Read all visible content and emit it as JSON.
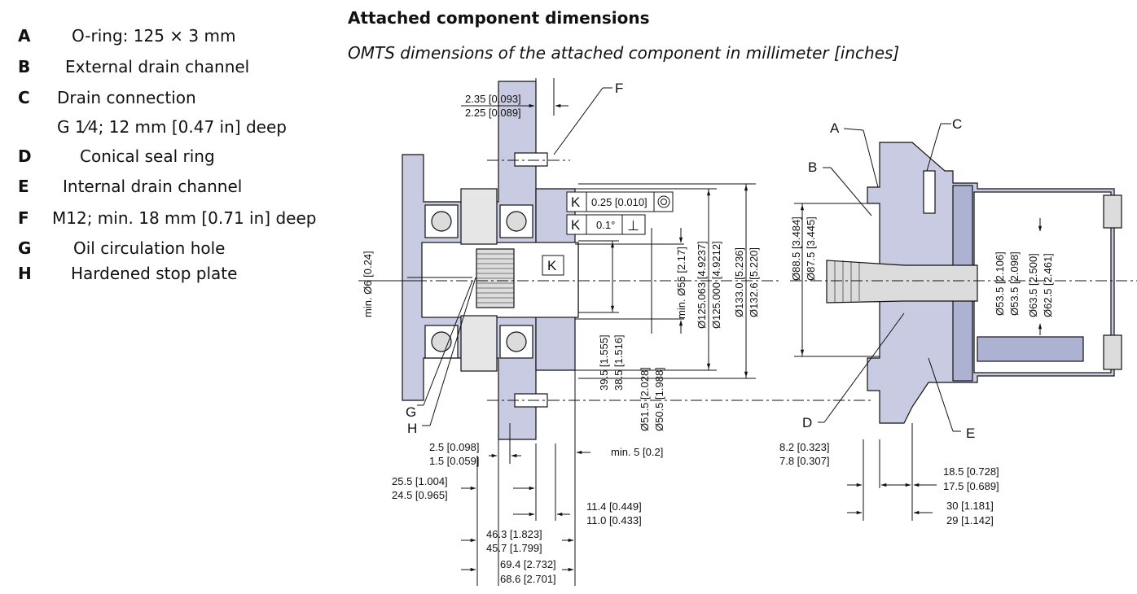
{
  "title": "Attached component dimensions",
  "subtitle": "OMTS dimensions of the attached component in millimeter [inches]",
  "legend": [
    {
      "letter": "A",
      "text": "O-ring: 125 × 3 mm"
    },
    {
      "letter": "B",
      "text": "External drain channel"
    },
    {
      "letter": "C",
      "text": "Drain connection"
    },
    {
      "letter": "",
      "text": "G 1⁄4; 12 mm [0.47 in] deep"
    },
    {
      "letter": "D",
      "text": "Conical seal ring"
    },
    {
      "letter": "E",
      "text": "Internal drain channel"
    },
    {
      "letter": "F",
      "text": "M12; min. 18 mm [0.71 in] deep"
    },
    {
      "letter": "G",
      "text": "Oil circulation hole"
    },
    {
      "letter": "H",
      "text": "Hardened stop plate"
    }
  ],
  "left_view": {
    "callouts": {
      "F": "F",
      "G": "G",
      "H": "H",
      "K_datum": "K"
    },
    "tolerances": {
      "concentricity_datum": "K",
      "concentricity_value": "0.25 [0.010]",
      "perpendicularity_datum": "K",
      "perpendicularity_value": "0.1°",
      "perpendicularity_symbol": "⊥"
    },
    "dims": {
      "top_a": "2.35 [0.093]",
      "top_b": "2.25 [0.089]",
      "minbore": "min. Ø6 [0.24]",
      "d55": "min. Ø55 [2.17]",
      "d125a": "Ø125.063 [4.9237]",
      "d125b": "Ø125.000 [4.9212]",
      "d133a": "Ø133.0 [5.236]",
      "d133b": "Ø132.6 [5.220]",
      "r39a": "39.5 [1.555]",
      "r39b": "38.5 [1.516]",
      "d51a": "Ø51.5 [2.028]",
      "d51b": "Ø50.5 [1.988]",
      "b25a": "2.5 [0.098]",
      "b25b": "1.5 [0.059]",
      "min5": "min. 5 [0.2]",
      "b255a": "25.5 [1.004]",
      "b255b": "24.5 [0.965]",
      "b114a": "11.4 [0.449]",
      "b114b": "11.0 [0.433]",
      "b463a": "46.3 [1.823]",
      "b463b": "45.7 [1.799]",
      "b694a": "69.4 [2.732]",
      "b694b": "68.6 [2.701]"
    }
  },
  "right_view": {
    "callouts": {
      "A": "A",
      "B": "B",
      "C": "C",
      "D": "D",
      "E": "E"
    },
    "dims": {
      "d88a": "Ø88.5 [3.484]",
      "d88b": "Ø87.5 [3.445]",
      "d53a": "Ø53.5 [2.106]",
      "d53b": "Ø53.5 [2.098]",
      "d63a": "Ø63.5 [2.500]",
      "d63b": "Ø62.5 [2.461]",
      "b82a": "8.2 [0.323]",
      "b82b": "7.8 [0.307]",
      "b185a": "18.5 [0.728]",
      "b185b": "17.5 [0.689]",
      "b30a": "30 [1.181]",
      "b30b": "29 [1.142]"
    }
  },
  "colors": {
    "fill": "#c8cbe2",
    "fill_dark": "#aeb2d2",
    "line": "#111111"
  }
}
